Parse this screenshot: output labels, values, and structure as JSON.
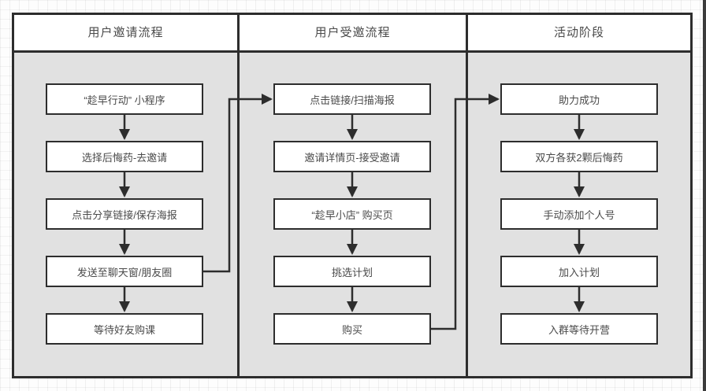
{
  "diagram": {
    "lanes": [
      {
        "title": "用户邀请流程",
        "boxes": [
          "“趁早行动” 小程序",
          "选择后悔药-去邀请",
          "点击分享链接/保存海报",
          "发送至聊天窗/朋友圈",
          "等待好友购课"
        ]
      },
      {
        "title": "用户受邀流程",
        "boxes": [
          "点击链接/扫描海报",
          "邀请详情页-接受邀请",
          "“趁早小店” 购买页",
          "挑选计划",
          "购买"
        ]
      },
      {
        "title": "活动阶段",
        "boxes": [
          "助力成功",
          "双方各获2颗后悔药",
          "手动添加个人号",
          "加入计划",
          "入群等待开营"
        ]
      }
    ],
    "connectors": [
      {
        "from": "发送至聊天窗/朋友圈",
        "to": "点击链接/扫描海报"
      },
      {
        "from": "购买",
        "to": "助力成功"
      }
    ]
  },
  "colors": {
    "lane_fill": "#e1e1e1",
    "line": "#2d2d2d",
    "node_fill": "#ffffff",
    "header_fill": "#ffffff",
    "page_edge": "#3c3c3c"
  }
}
